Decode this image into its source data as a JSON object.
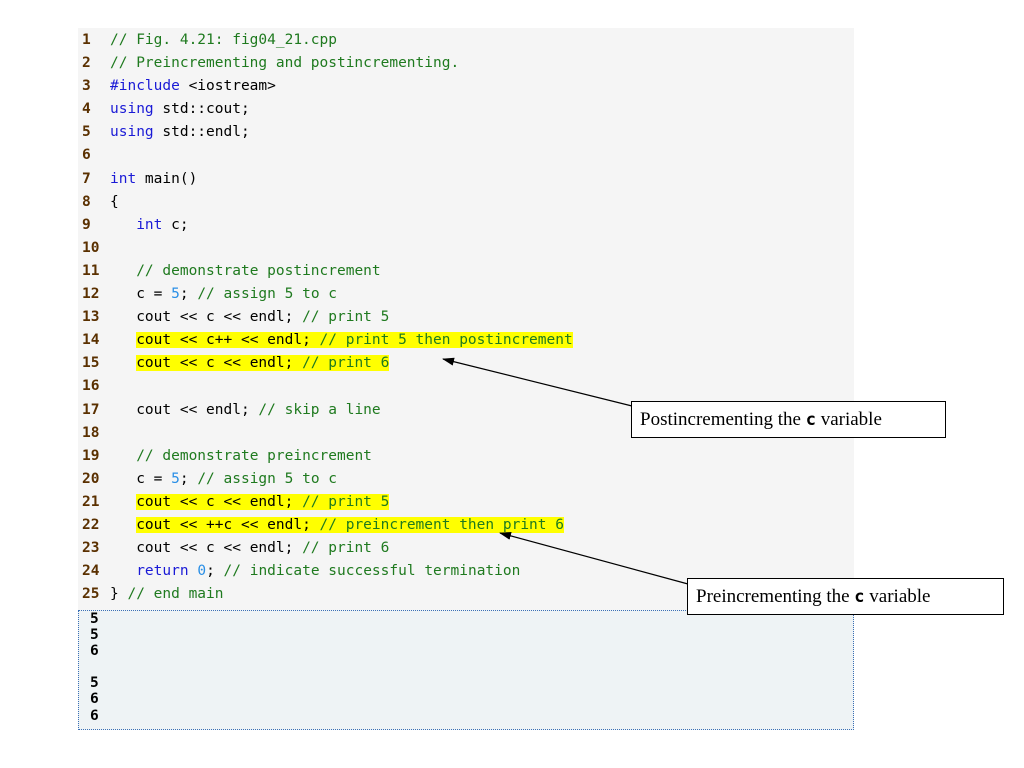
{
  "code_lines": [
    {
      "num": "1",
      "indent": "",
      "highlight": false,
      "tokens": [
        {
          "t": "// Fig. 4.21: fig04_21.cpp",
          "c": "cm"
        }
      ]
    },
    {
      "num": "2",
      "indent": "",
      "highlight": false,
      "tokens": [
        {
          "t": "// Preincrementing and postincrementing.",
          "c": "cm"
        }
      ]
    },
    {
      "num": "3",
      "indent": "",
      "highlight": false,
      "tokens": [
        {
          "t": "#include",
          "c": "kw"
        },
        {
          "t": " <iostream>",
          "c": ""
        }
      ]
    },
    {
      "num": "4",
      "indent": "",
      "highlight": false,
      "tokens": [
        {
          "t": "using",
          "c": "kw"
        },
        {
          "t": " std::cout;",
          "c": ""
        }
      ]
    },
    {
      "num": "5",
      "indent": "",
      "highlight": false,
      "tokens": [
        {
          "t": "using",
          "c": "kw"
        },
        {
          "t": " std::endl;",
          "c": ""
        }
      ]
    },
    {
      "num": "6",
      "indent": "",
      "highlight": false,
      "tokens": []
    },
    {
      "num": "7",
      "indent": "",
      "highlight": false,
      "tokens": [
        {
          "t": "int",
          "c": "kw"
        },
        {
          "t": " main()",
          "c": ""
        }
      ]
    },
    {
      "num": "8",
      "indent": "",
      "highlight": false,
      "tokens": [
        {
          "t": "{",
          "c": ""
        }
      ]
    },
    {
      "num": "9",
      "indent": "   ",
      "highlight": false,
      "tokens": [
        {
          "t": "int",
          "c": "kw"
        },
        {
          "t": " c;",
          "c": ""
        }
      ]
    },
    {
      "num": "10",
      "indent": "",
      "highlight": false,
      "tokens": []
    },
    {
      "num": "11",
      "indent": "   ",
      "highlight": false,
      "tokens": [
        {
          "t": "// demonstrate postincrement",
          "c": "cm"
        }
      ]
    },
    {
      "num": "12",
      "indent": "   ",
      "highlight": false,
      "tokens": [
        {
          "t": "c = ",
          "c": ""
        },
        {
          "t": "5",
          "c": "num"
        },
        {
          "t": "; ",
          "c": ""
        },
        {
          "t": "// assign 5 to c",
          "c": "cm"
        }
      ]
    },
    {
      "num": "13",
      "indent": "   ",
      "highlight": false,
      "tokens": [
        {
          "t": "cout << c << endl; ",
          "c": ""
        },
        {
          "t": "// print 5",
          "c": "cm"
        }
      ]
    },
    {
      "num": "14",
      "indent": "   ",
      "highlight": true,
      "tokens": [
        {
          "t": "cout << c++ << endl; ",
          "c": ""
        },
        {
          "t": "// print 5 then postincrement",
          "c": "cm"
        }
      ]
    },
    {
      "num": "15",
      "indent": "   ",
      "highlight": true,
      "tokens": [
        {
          "t": "cout << c << endl; ",
          "c": ""
        },
        {
          "t": "// print 6",
          "c": "cm"
        }
      ]
    },
    {
      "num": "16",
      "indent": "",
      "highlight": false,
      "tokens": []
    },
    {
      "num": "17",
      "indent": "   ",
      "highlight": false,
      "tokens": [
        {
          "t": "cout << endl; ",
          "c": ""
        },
        {
          "t": "// skip a line",
          "c": "cm"
        }
      ]
    },
    {
      "num": "18",
      "indent": "",
      "highlight": false,
      "tokens": []
    },
    {
      "num": "19",
      "indent": "   ",
      "highlight": false,
      "tokens": [
        {
          "t": "// demonstrate preincrement",
          "c": "cm"
        }
      ]
    },
    {
      "num": "20",
      "indent": "   ",
      "highlight": false,
      "tokens": [
        {
          "t": "c = ",
          "c": ""
        },
        {
          "t": "5",
          "c": "num"
        },
        {
          "t": "; ",
          "c": ""
        },
        {
          "t": "// assign 5 to c",
          "c": "cm"
        }
      ]
    },
    {
      "num": "21",
      "indent": "   ",
      "highlight": true,
      "tokens": [
        {
          "t": "cout << c << endl; ",
          "c": ""
        },
        {
          "t": "// print 5",
          "c": "cm"
        }
      ]
    },
    {
      "num": "22",
      "indent": "   ",
      "highlight": true,
      "tokens": [
        {
          "t": "cout << ++c << endl; ",
          "c": ""
        },
        {
          "t": "// preincrement then print 6",
          "c": "cm"
        }
      ]
    },
    {
      "num": "23",
      "indent": "   ",
      "highlight": false,
      "tokens": [
        {
          "t": "cout << c << endl; ",
          "c": ""
        },
        {
          "t": "// print 6",
          "c": "cm"
        }
      ]
    },
    {
      "num": "24",
      "indent": "   ",
      "highlight": false,
      "tokens": [
        {
          "t": "return",
          "c": "kw"
        },
        {
          "t": " ",
          "c": ""
        },
        {
          "t": "0",
          "c": "num"
        },
        {
          "t": "; ",
          "c": ""
        },
        {
          "t": "// indicate successful termination",
          "c": "cm"
        }
      ]
    },
    {
      "num": "25",
      "indent": "",
      "highlight": false,
      "tokens": [
        {
          "t": "} ",
          "c": ""
        },
        {
          "t": "// end main",
          "c": "cm"
        }
      ]
    }
  ],
  "output_lines": [
    "5",
    "5",
    "6",
    "",
    "5",
    "6",
    "6"
  ],
  "callouts": {
    "post": {
      "before": "Postincrementing the ",
      "code": "c",
      "after": " variable"
    },
    "pre": {
      "before": "Preincrementing the ",
      "code": "c",
      "after": " variable"
    }
  },
  "colors": {
    "highlight": "#ffff00",
    "keyword": "#1a1ad6",
    "comment": "#1f7a1f",
    "number": "#2a8fe6",
    "line_number": "#5a3000",
    "code_background": "#f5f5f5",
    "output_background": "#eef3f5"
  }
}
